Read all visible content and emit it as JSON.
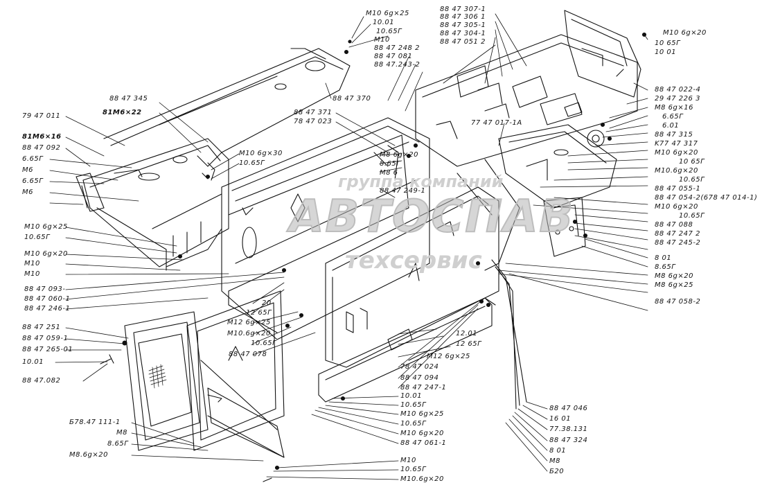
{
  "watermark": {
    "top": "группа компаний",
    "main": "АВТОСПАВ",
    "bottom": "техсервис"
  },
  "labels": {
    "l_m10_6gx25_top": "M10 6g×25",
    "l_10_01_top": "10.01",
    "l_10_65g_top": "10.65Г",
    "l_m10_top": "M10",
    "l_248_2": "88 47 248 2",
    "l_081": "88 47 081",
    "l_243_2": "88 47.243-2",
    "l_307_1": "88 47 307-1",
    "l_306_1": "88 47 306 1",
    "l_305_1": "88 47 305-1",
    "l_304_1": "88 47 304-1",
    "l_051_2": "88 47 051 2",
    "l_m10_6gx20_tr": "M10 6g×20",
    "l_10_65g_tr": "10 65Г",
    "l_10_01_tr": "10 01",
    "l_345": "88 47 345",
    "l_81m6x22": "81M6×22",
    "l_370": "88 47 370",
    "l_371": "88 47 371",
    "l_78_023": "78 47 023",
    "l_77_017": "77 47 017-1A",
    "l_022_4": "88 47 022-4",
    "l_226_3": "29 47 226 3",
    "l_m8_6gx16_r": "M8 6g×16",
    "l_6_65g_r": "6.65Г",
    "l_6_01_r": "6.01",
    "l_315": "88 47 315",
    "l_k77_317": "K77 47 317",
    "l_m10_6gx20_r1": "M10 6g×20",
    "l_10_65g_r1": "10 65Г",
    "l_m10_6gx20_r2": "M10.6g×20",
    "l_10_65g_r2": "10.65Г",
    "l_055_1": "88 47 055-1",
    "l_054": "88 47 054-2(678 47 014-1)",
    "l_m10_6gx20_r3": "M10 6g×20",
    "l_10_65g_r3": "10.65Г",
    "l_088": "88 47 088",
    "l_247_2": "88 47 247 2",
    "l_245_2": "88 47 245-2",
    "l_8_01_r": "8 01",
    "l_8_65g_r": "8.65Г",
    "l_m8_6gx20_r": "M8 6g×20",
    "l_m8_6gx25_r": "M8 6g×25",
    "l_058_2": "88 47 058-2",
    "l_79_011": "79 47 011",
    "l_81m6x16": "81M6×16",
    "l_092": "88 47 092",
    "l_6_65g_l1": "6.65Г",
    "l_m6_l1": "M6",
    "l_6_65g_l2": "6.65Г",
    "l_m6_l2": "M6",
    "l_m10_6gx30": "M10 6g×30",
    "l_10_65g_c": "10.65Г",
    "l_m8_6gx20_c": "M8 6g×20",
    "l_8_65g_c": "8.65Г",
    "l_m8_c": "M8 6",
    "l_249_1": "88 47 249-1",
    "l_m10_6gx25_l": "M10 6g×25",
    "l_10_65g_l": "10.65Г",
    "l_m10_6gx20_l": "M10 6g×20",
    "l_m10_l1": "M10",
    "l_m10_l2": "M10",
    "l_093": "88 47 093-",
    "l_060_1": "88 47 060-1",
    "l_246_1": "88 47 246-1",
    "l_20_c": "20",
    "l_12_65g_c": "12 65Г",
    "l_m12_6gx25_c": "M12 6g×25",
    "l_m10_6gx20_c": "M10.6g×20",
    "l_10_65g_c2": "10.65Г",
    "l_078": "88 47 078",
    "l_251": "88 47 251",
    "l_059_1": "88 47 059-1",
    "l_265_01": "88 47 265-01",
    "l_10_01_l": "10.01",
    "l_082": "88 47.082",
    "l_12_01_c": "12.01",
    "l_12_65g_c2": "12 65Г",
    "l_m12_6gx25_c2": "M12 6g×25",
    "l_78_024": "78 47 024",
    "l_094": "88 47 094",
    "l_247_1": "88 47 247-1",
    "l_10_01_b": "10.01",
    "l_10_65g_b": "10.65Г",
    "l_m10_6gx25_b": "M10 6g×25",
    "l_10_65g_b2": "10.65Г",
    "l_m10_6gx20_b": "M10 6g×20",
    "l_061_1": "88 47 061-1",
    "l_b78_111": "Б78.47 111-1",
    "l_m8_b": "M8",
    "l_8_65g_b": "8.65Г",
    "l_m8_6gx20_b": "M8.6g×20",
    "l_m10_b2": "M10",
    "l_10_65g_b3": "10.65Г",
    "l_m10_6gx20_b2": "M10.6g×20",
    "l_046": "88 47 046",
    "l_16_01": "16 01",
    "l_77_38_131": "77.38.131",
    "l_324": "88 47 324",
    "l_8_01_b": "8 01",
    "l_m8_b2": "M8",
    "l_820": "Б20"
  }
}
